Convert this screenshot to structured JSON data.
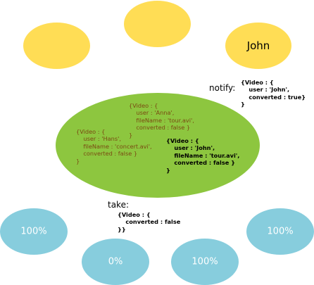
{
  "users": [
    {
      "name": ""
    },
    {
      "name": ""
    },
    {
      "name": "John"
    }
  ],
  "queue": {
    "messages": [
      "{Video : {\n    user : 'Anna',\n    fileName : 'tour.avi',\n    converted : false }\n}",
      "{Video : {\n    user : 'Hans',\n    fileName : 'concert.avi',\n    converted : false }\n}",
      "{Video : {\n    user : 'John',\n    fileName : 'tour.avi',\n    converted : false }\n}"
    ]
  },
  "notify": {
    "label": "notify:",
    "message": "{Video : {\n    user : 'John',\n    converted : true}\n}"
  },
  "take": {
    "label": "take:",
    "message": "{Video : {\n    converted : false\n}}"
  },
  "workers": [
    {
      "progress": "100%"
    },
    {
      "progress": "0%"
    },
    {
      "progress": "100%"
    },
    {
      "progress": "100%"
    }
  ],
  "colors": {
    "user": "#ffdd55",
    "queue": "#8dc63f",
    "worker": "#87cddd",
    "queued_text": "#7a4a12"
  }
}
